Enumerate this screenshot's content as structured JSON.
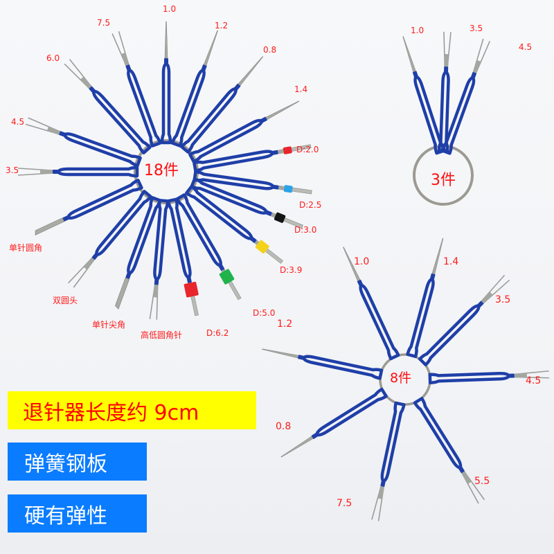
{
  "set_18": {
    "count_label": "18件",
    "labels": {
      "t1": "1.0",
      "t2": "7.5",
      "t3": "1.2",
      "t4": "0.8",
      "t5": "6.0",
      "t6": "1.4",
      "t7": "4.5",
      "t8": "D:2.0",
      "t9": "3.5",
      "t10": "D:2.5",
      "t11": "D:3.0",
      "t12": "单针圆角",
      "t13": "D:3.9",
      "t14": "双圆头",
      "t15": "D:5.0",
      "t16": "单针尖角",
      "t17": "高低圆角针",
      "t18": "D:6.2"
    }
  },
  "set_3": {
    "count_label": "3件",
    "labels": {
      "t1": "1.0",
      "t2": "3.5",
      "t3": "4.5"
    }
  },
  "set_8": {
    "count_label": "8件",
    "labels": {
      "t1": "1.0",
      "t2": "1.4",
      "t3": "3.5",
      "t4": "1.2",
      "t5": "4.5",
      "t6": "0.8",
      "t7": "5.5",
      "t8": "7.5"
    }
  },
  "banners": {
    "length": "退针器长度约 9cm",
    "material": "弹簧钢板",
    "property": "硬有弹性"
  },
  "colors": {
    "handle_blue": "#1f3fa8",
    "label_red": "#ff1a1a",
    "banner_yellow": "#ffff00",
    "banner_blue": "#0a7cff",
    "sleeve_red": "#e8262b",
    "sleeve_skyblue": "#2aa3e8",
    "sleeve_black": "#141414",
    "sleeve_yellow": "#f3d21a",
    "sleeve_green": "#1fb34a"
  }
}
